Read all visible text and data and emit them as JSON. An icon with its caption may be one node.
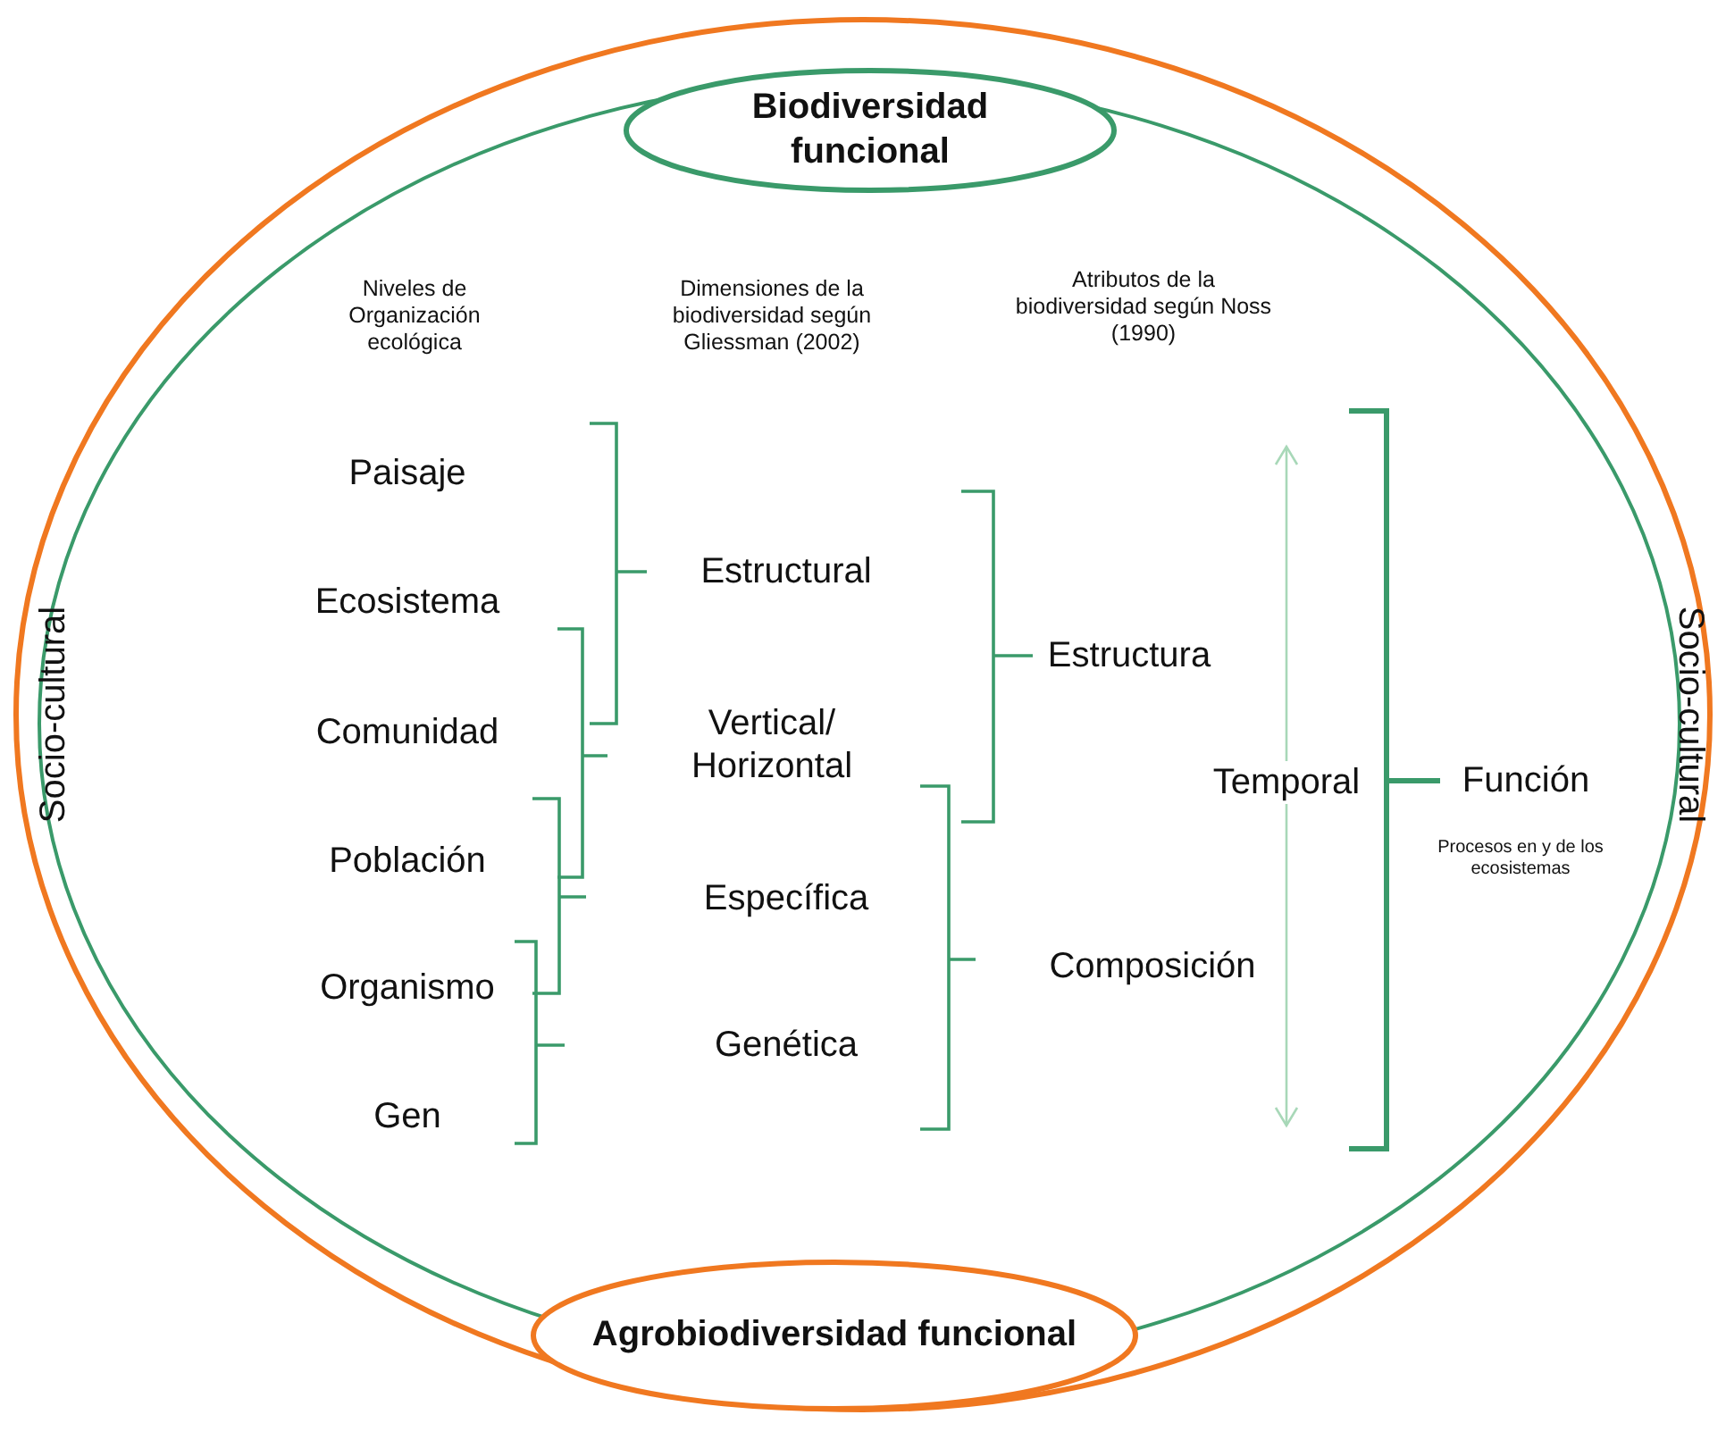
{
  "diagram": {
    "nodes": [
      {
        "text": [
          "Biodiversidad funcional"
        ]
      },
      {
        "text": [
          "Agrobiodiversidad funcional"
        ]
      }
    ],
    "labels": [
      "Niveles de Organización ecológica",
      "Dimensiones de la biodiversidad según Gliessman (2002)",
      "Atributos de la biodiversidad según Noss (1990)",
      "Paisaje",
      "Ecosistema",
      "Comunidad",
      "Población",
      "Organismo",
      "Gen",
      "Estructural",
      "Vertical/ Horizontal",
      "Específica",
      "Genética",
      "Estructura",
      "Composición",
      "Temporal",
      "Función",
      "Procesos en y de los ecosistemas",
      "Socio-cultural",
      "Socio-cultural"
    ]
  }
}
